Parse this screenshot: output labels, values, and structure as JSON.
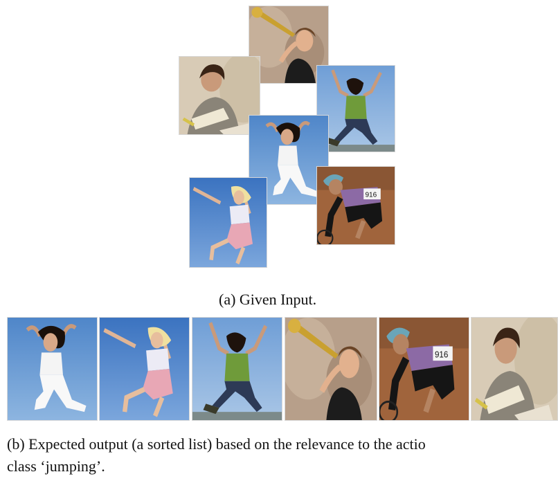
{
  "figure": {
    "caption_a": "(a) Given Input.",
    "caption_b_line1": "(b) Expected output (a sorted list) based on the relevance to the actio",
    "caption_b_line2": "class ‘jumping’."
  },
  "colors": {
    "sky_blue": "#5b8fd1",
    "warm_bg": "#b79f8a",
    "couch": "#d8cbb6",
    "track": "#a0643c",
    "green_top": "#6f9b3a",
    "jersey_purple": "#8c6aa5"
  }
}
